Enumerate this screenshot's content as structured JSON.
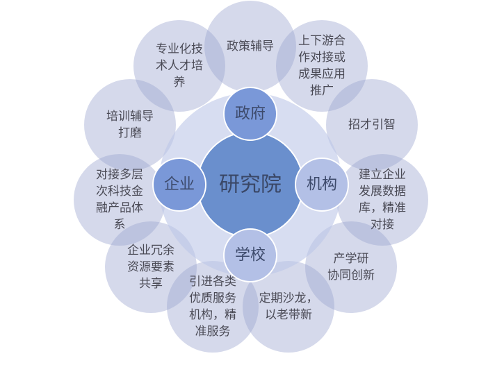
{
  "center": {
    "label": "研究院"
  },
  "categories": [
    {
      "id": "gov",
      "label": "政府"
    },
    {
      "id": "org",
      "label": "机构"
    },
    {
      "id": "school",
      "label": "学校"
    },
    {
      "id": "company",
      "label": "企业"
    }
  ],
  "outer_items": [
    {
      "id": "policy-guidance",
      "lines": [
        "政策辅导"
      ]
    },
    {
      "id": "up-down-cooperation",
      "lines": [
        "上下游合",
        "作对接或",
        "成果应用",
        "推广"
      ]
    },
    {
      "id": "talent-recruitment",
      "lines": [
        "招才引智"
      ]
    },
    {
      "id": "enterprise-database",
      "lines": [
        "建立企业",
        "发展数据",
        "库，精准",
        "对接"
      ]
    },
    {
      "id": "industry-academia",
      "lines": [
        "产学研",
        "协同创新"
      ]
    },
    {
      "id": "salon",
      "lines": [
        "定期沙龙，",
        "以老带新"
      ]
    },
    {
      "id": "service-agencies",
      "lines": [
        "引进各类",
        "优质服务",
        "机构，精",
        "准服务"
      ]
    },
    {
      "id": "resource-sharing",
      "lines": [
        "企业冗余",
        "资源要素",
        "共享"
      ]
    },
    {
      "id": "fintech-system",
      "lines": [
        "对接多层",
        "次科技金",
        "融产品体",
        "系"
      ]
    },
    {
      "id": "training",
      "lines": [
        "培训辅导",
        "打磨"
      ]
    },
    {
      "id": "specialized-talent",
      "lines": [
        "专业化技",
        "术人才培",
        "养"
      ]
    }
  ],
  "colors": {
    "outer_fill": "#9aa5d0",
    "middle_ring": "#bcc6e7",
    "center_fill": "#6a8fcd",
    "category_light": "#b3c0e6",
    "category_dark": "#7a98d8",
    "category_stroke": "#ffffff"
  }
}
